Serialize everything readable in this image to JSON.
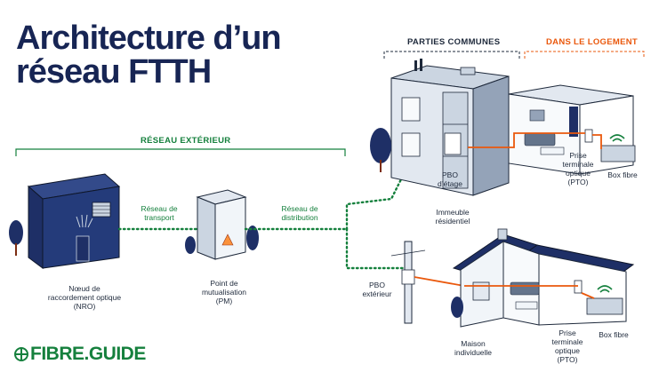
{
  "title": {
    "line1": "Architecture d’un",
    "line2": "réseau FTTH"
  },
  "sections": {
    "exterior": "RÉSEAU EXTÉRIEUR",
    "common": "PARTIES COMMUNES",
    "home": "DANS LE LOGEMENT"
  },
  "labels": {
    "nro": "Nœud de\nraccordement optique\n(NRO)",
    "pm": "Point de\nmutualisation\n(PM)",
    "transport": "Réseau de\ntransport",
    "distribution": "Réseau de\ndistribution",
    "pbo_etage": "PBO\nd’étage",
    "immeuble": "Immeuble\nrésidentiel",
    "pto_top": "Prise\nterminale\noptique\n(PTO)",
    "box_top": "Box fibre",
    "pbo_ext": "PBO\nextérieur",
    "maison": "Maison\nindividuelle",
    "pto_bottom": "Prise\nterminale\noptique\n(PTO)",
    "box_bottom": "Box fibre"
  },
  "logo": {
    "brand": "FIBRE",
    "dot": ".",
    "suffix": "GUIDE"
  },
  "colors": {
    "navy": "#172554",
    "fiber_green": "#15803d",
    "fiber_orange": "#ea580c",
    "building_fill": "#f1f5f9",
    "building_stroke": "#1e293b"
  }
}
